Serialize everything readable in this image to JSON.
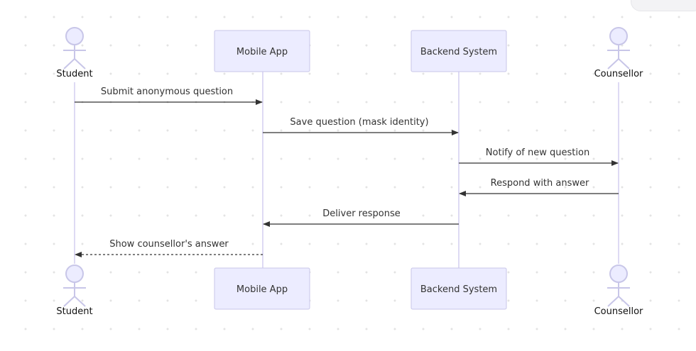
{
  "participants": {
    "student": {
      "label": "Student",
      "kind": "actor"
    },
    "app": {
      "label": "Mobile App",
      "kind": "box"
    },
    "backend": {
      "label": "Backend System",
      "kind": "box"
    },
    "counsellor": {
      "label": "Counsellor",
      "kind": "actor"
    }
  },
  "messages": [
    {
      "from": "student",
      "to": "app",
      "label": "Submit anonymous question",
      "style": "solid"
    },
    {
      "from": "app",
      "to": "backend",
      "label": "Save question (mask identity)",
      "style": "solid"
    },
    {
      "from": "backend",
      "to": "counsellor",
      "label": "Notify of new question",
      "style": "solid"
    },
    {
      "from": "counsellor",
      "to": "backend",
      "label": "Respond with answer",
      "style": "solid"
    },
    {
      "from": "backend",
      "to": "app",
      "label": "Deliver response",
      "style": "solid"
    },
    {
      "from": "app",
      "to": "student",
      "label": "Show counsellor's answer",
      "style": "dashed"
    }
  ],
  "colors": {
    "participant_fill": "#ECECFF",
    "participant_border": "#C8C6E8",
    "lifeline": "#D3CEF0",
    "arrow": "#333333"
  }
}
